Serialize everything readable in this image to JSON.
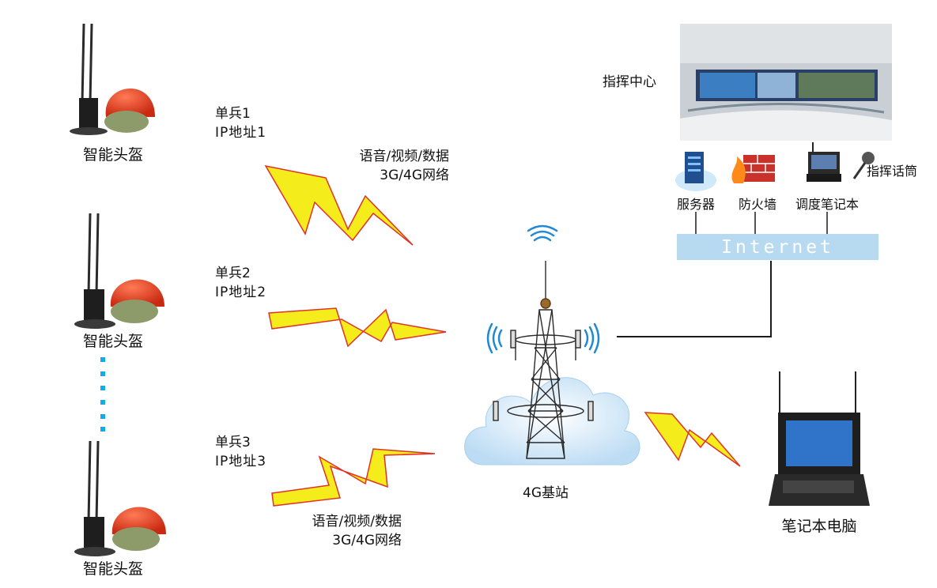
{
  "helmets": [
    {
      "label": "智能头盔"
    },
    {
      "label": "智能头盔"
    },
    {
      "label": "智能头盔"
    }
  ],
  "soldiers": [
    {
      "name": "单兵1",
      "ip": "IP地址1"
    },
    {
      "name": "单兵2",
      "ip": "IP地址2"
    },
    {
      "name": "单兵3",
      "ip": "IP地址3"
    }
  ],
  "link_top": {
    "line1": "语音/视频/数据",
    "line2": "3G/4G网络"
  },
  "link_bottom": {
    "line1": "语音/视频/数据",
    "line2": "3G/4G网络"
  },
  "base_station": {
    "label": "4G基站"
  },
  "command_center": {
    "label": "指挥中心"
  },
  "devices": {
    "server": "服务器",
    "firewall": "防火墙",
    "dispatch_laptop": "调度笔记本",
    "microphone": "指挥话筒"
  },
  "internet": {
    "label": "Internet"
  },
  "laptop": {
    "label": "笔记本电脑"
  },
  "colors": {
    "lightning_fill": "#f5ec1c",
    "lightning_stroke": "#e0322a",
    "internet_bar": "#b7daf0",
    "cloud": "#cfe6f7",
    "dotted_link": "#18a9e8",
    "helmet_red": "#e23b22"
  }
}
